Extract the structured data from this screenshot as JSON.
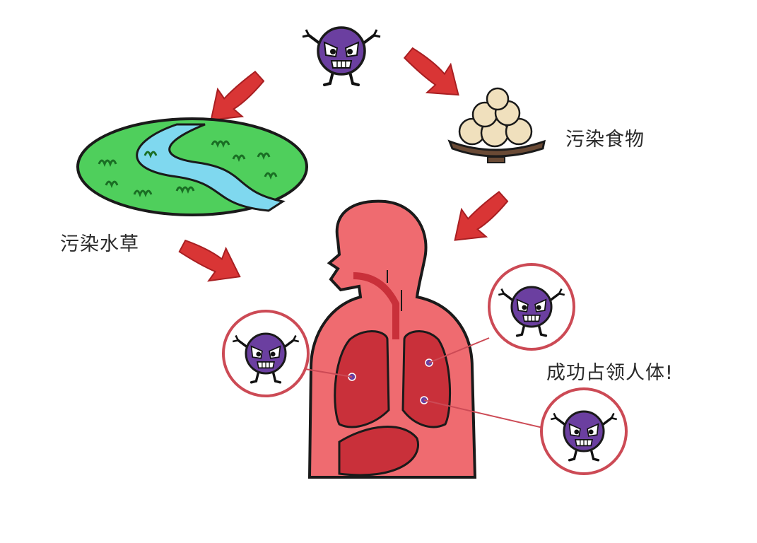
{
  "labels": {
    "contaminated_grass": "污染水草",
    "contaminated_food": "污染食物",
    "occupy_body": "成功占领人体!"
  },
  "colors": {
    "germ": "#6b3fa0",
    "germ_dark": "#3d1f66",
    "arrow": "#d93535",
    "body": "#ef6b70",
    "lung": "#c9303a",
    "grass": "#4fcf5c",
    "water": "#7fd8ef",
    "circle_ring": "#cc4a55",
    "plate": "#6a4a35",
    "egg": "#f0e0bd"
  },
  "icons": [
    "germ-icon",
    "arrow-icon",
    "grass-water-icon",
    "food-plate-icon",
    "human-body-icon",
    "lung-icon"
  ]
}
